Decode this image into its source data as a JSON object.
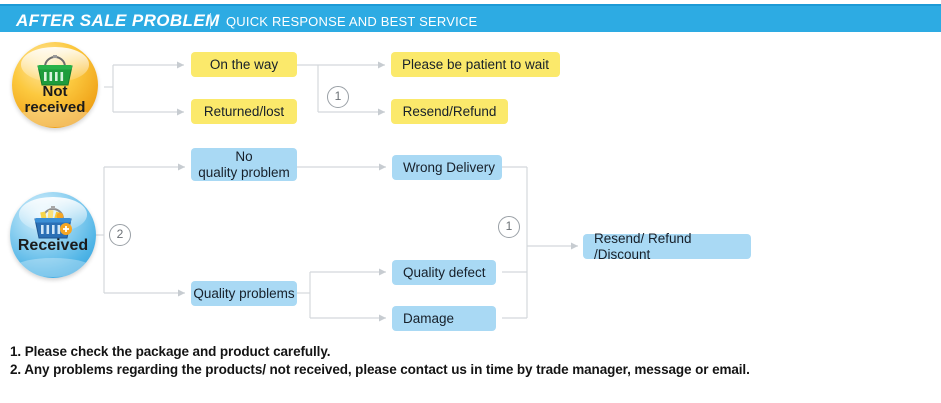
{
  "header": {
    "title": "AFTER SALE PROBLEM",
    "divider": "|",
    "subtitle": "QUICK RESPONSE AND BEST SERVICE",
    "bar_color": "#2dabe3"
  },
  "badges": [
    {
      "id": "not-received",
      "label": "Not\nreceived",
      "icon": "shopping-basket-icon",
      "circle_color": "#f0a41a",
      "basket_color": "#1e9c3c"
    },
    {
      "id": "received",
      "label": "Received",
      "icon": "shopping-basket-full-icon",
      "circle_color": "#4fb4e6",
      "basket_color": "#2b6fb5"
    }
  ],
  "flow": {
    "yellow_color": "#fbe96b",
    "blue_color": "#a9d9f4",
    "boxes": [
      {
        "id": "on-the-way",
        "label": "On the way",
        "color": "yellow",
        "align": "center"
      },
      {
        "id": "returned-lost",
        "label": "Returned/lost",
        "color": "yellow",
        "align": "center"
      },
      {
        "id": "please-be-patient",
        "label": "Please be patient to wait",
        "color": "yellow",
        "align": "center"
      },
      {
        "id": "resend-refund",
        "label": "Resend/Refund",
        "color": "yellow",
        "align": "center"
      },
      {
        "id": "no-quality-problem",
        "label": "No\nquality problem",
        "color": "blue",
        "align": "center"
      },
      {
        "id": "quality-problems",
        "label": "Quality problems",
        "color": "blue",
        "align": "center"
      },
      {
        "id": "wrong-delivery",
        "label": "Wrong Delivery",
        "color": "blue",
        "align": "left"
      },
      {
        "id": "quality-defect",
        "label": "Quality defect",
        "color": "blue",
        "align": "left"
      },
      {
        "id": "damage",
        "label": "Damage",
        "color": "blue",
        "align": "left"
      },
      {
        "id": "resend-refund-discount",
        "label": "Resend/ Refund /Discount",
        "color": "blue",
        "align": "left"
      }
    ],
    "markers": [
      {
        "id": "marker-top-1",
        "label": "1"
      },
      {
        "id": "marker-branch-2",
        "label": "2"
      },
      {
        "id": "marker-merge-1",
        "label": "1"
      }
    ]
  },
  "notes": [
    "1. Please check the package and product carefully.",
    "2. Any problems regarding the products/ not received, please contact us in time by trade manager, message or email."
  ]
}
